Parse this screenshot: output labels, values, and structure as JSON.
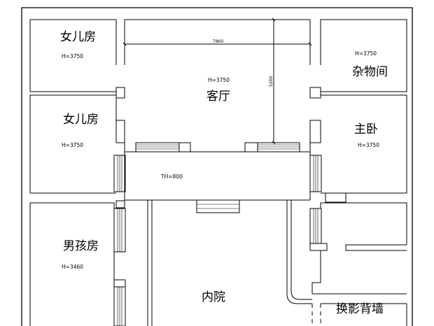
{
  "rooms": {
    "daughter_room_top": {
      "name": "女儿房",
      "height": "H=3750"
    },
    "daughter_room_mid": {
      "name": "女儿房",
      "height": "H=3750"
    },
    "boy_room": {
      "name": "男孩房",
      "height": "H=3460"
    },
    "living_room": {
      "name": "客厅",
      "height": "H=3750"
    },
    "storage_room": {
      "name": "杂物间",
      "height": "H=3750"
    },
    "master_bedroom": {
      "name": "主卧",
      "height": "H=3750"
    },
    "inner_courtyard": {
      "name": "内院"
    },
    "screen_wall": {
      "name": "换影背墙"
    }
  },
  "annotations": {
    "th": "TH=800"
  },
  "dimensions": {
    "width": "7860",
    "depth": "5200"
  }
}
